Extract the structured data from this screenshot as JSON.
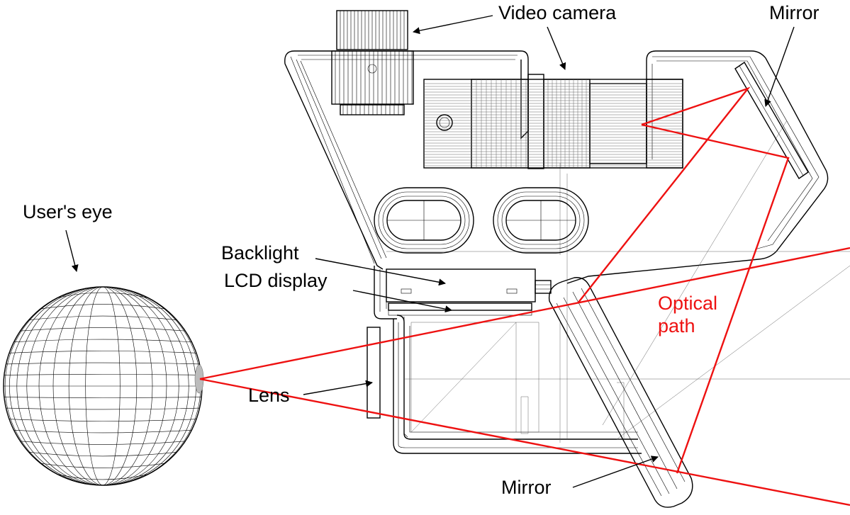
{
  "labels": {
    "video_camera": "Video camera",
    "mirror_top": "Mirror",
    "users_eye": "User's eye",
    "backlight": "Backlight",
    "lcd_display": "LCD display",
    "optical_path_line1": "Optical",
    "optical_path_line2": "path",
    "lens": "Lens",
    "mirror_bottom": "Mirror"
  },
  "colors": {
    "optical_path": "#ee1111",
    "label_text": "#000000",
    "optical_label": "#ee1111",
    "wireframe": "#000000",
    "background": "#ffffff"
  }
}
